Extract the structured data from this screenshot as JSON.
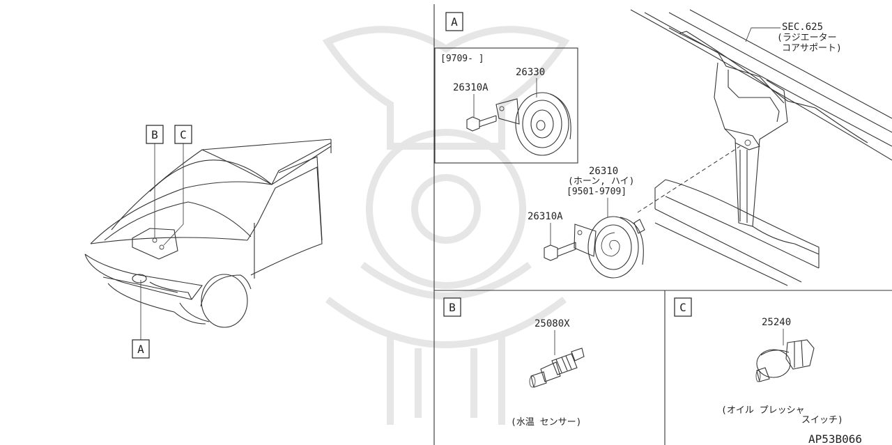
{
  "callouts": {
    "a": "A",
    "b": "B",
    "c": "C"
  },
  "panel_a": {
    "label": "A",
    "inset_range": "[9709-      ]",
    "inset_horn_part": "26330",
    "inset_bolt_part": "26310A",
    "sec_ref": "SEC.625",
    "sec_desc_1": "(ラジエーター",
    "sec_desc_2": "コアサポート)",
    "horn_part": "26310",
    "horn_desc": "(ホーン, ハイ)",
    "horn_range": "[9501-9709]",
    "bolt_part": "26310A"
  },
  "panel_b": {
    "label": "B",
    "part": "25080X",
    "desc": "(水温  センサー)"
  },
  "panel_c": {
    "label": "C",
    "part": "25240",
    "desc_1": "(オイル  プレッシャ",
    "desc_2": "スイッチ)"
  },
  "diagram_code": "AP53B066"
}
